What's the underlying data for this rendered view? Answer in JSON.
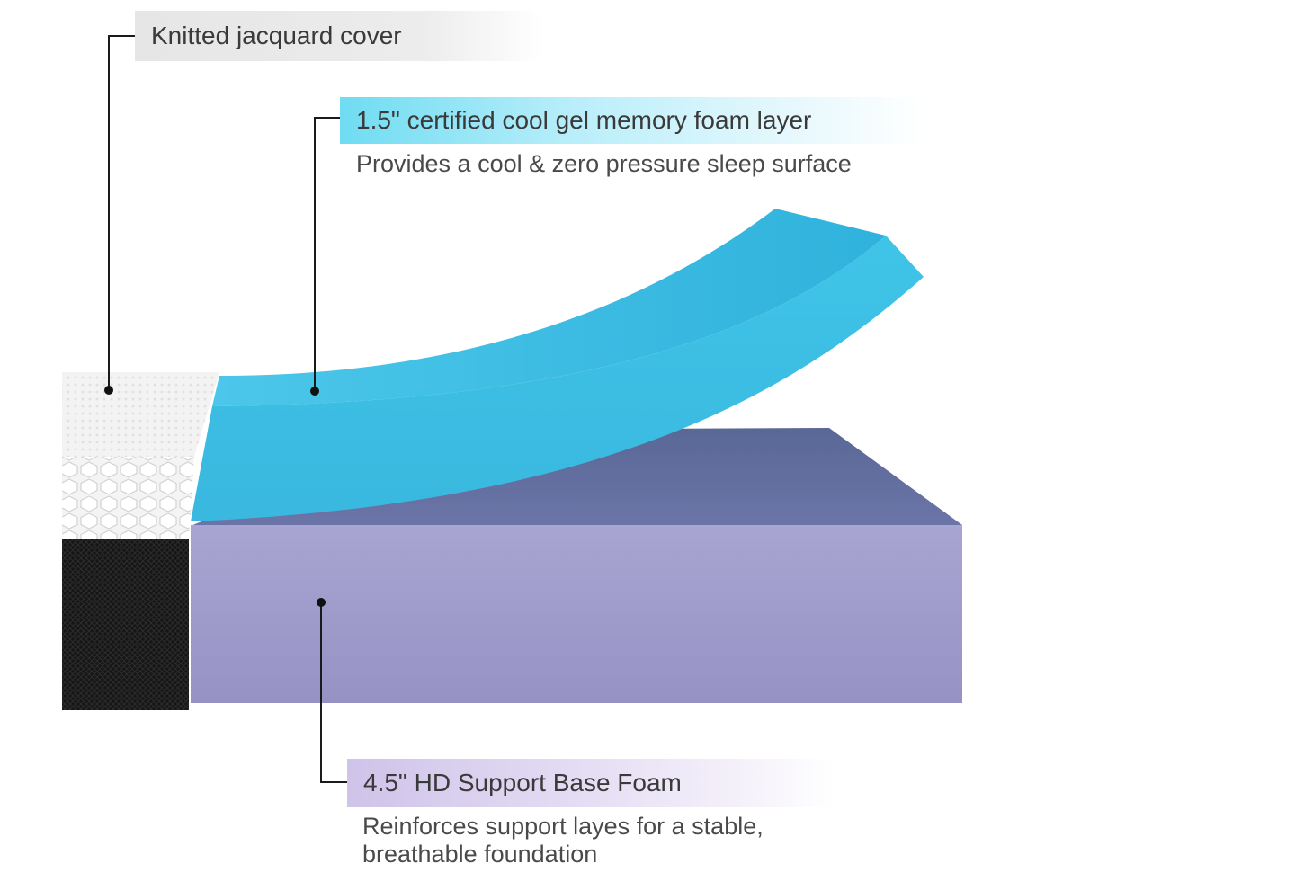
{
  "labels": {
    "cover": {
      "title": "Knitted jacquard cover"
    },
    "gel": {
      "title": "1.5\" certified cool gel memory foam layer",
      "description": "Provides a cool & zero pressure sleep surface"
    },
    "base": {
      "title": "4.5\" HD Support Base Foam",
      "description_line1": "Reinforces support layes for a stable,",
      "description_line2": "breathable foundation"
    }
  },
  "colors": {
    "gel_foam": "#3fc3e6",
    "base_foam": "#9c99c9",
    "cover_white": "#f2f2f2",
    "cover_black": "#151515",
    "leader_line": "#1a1a1a"
  }
}
